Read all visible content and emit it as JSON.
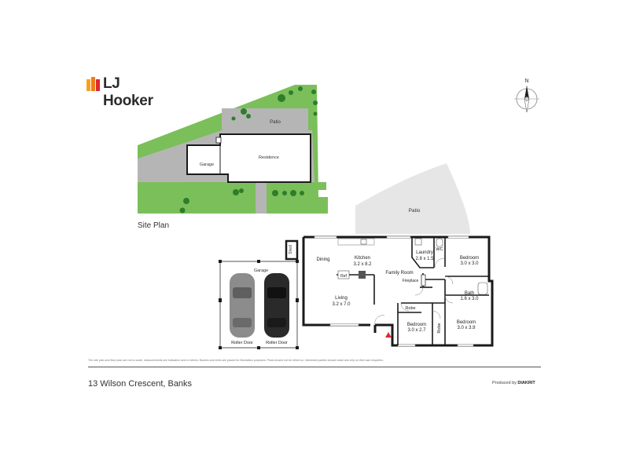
{
  "brand": {
    "name": "LJ Hooker",
    "colors": {
      "orange": "#f28c1c",
      "red": "#e0282e",
      "text": "#2b2b2b"
    }
  },
  "compass": {
    "north_label": "N"
  },
  "site_plan": {
    "caption": "Site Plan",
    "labels": {
      "patio": "Patio",
      "garage": "Garage",
      "residence": "Residence"
    },
    "colors": {
      "lawn": "#7bbf5a",
      "paving": "#b8b8b8",
      "building": "#ffffff"
    }
  },
  "floor_plan": {
    "rooms": {
      "patio": "Patio",
      "shed": "Shed",
      "garage": "Garage",
      "roller_door_left": "Roller Door",
      "roller_door_right": "Roller Door",
      "dining": "Dining",
      "kitchen_name": "Kitchen",
      "kitchen_size": "3.2 x 8.2",
      "ref": "Ref",
      "family_room": "Family Room",
      "fireplace": "Fireplace",
      "living_name": "Living",
      "living_size": "3.2 x 7.0",
      "laundry_name": "Laundry",
      "laundry_size": "2.8 x 1.5",
      "wc": "WC",
      "bedroom1_name": "Bedroom",
      "bedroom1_size": "3.0 x 3.0",
      "bath_name": "Bath",
      "bath_size": "1.6 x 3.0",
      "robe_top": "Robe",
      "bedroom2_name": "Bedroom",
      "bedroom2_size": "3.0 x 2.7",
      "robe_side": "Robe",
      "bedroom3_name": "Bedroom",
      "bedroom3_size": "3.0 x 3.9"
    },
    "colors": {
      "wall": "#1a1a1a",
      "patio_fill": "#e6e6e6",
      "entry_marker": "#e0282e"
    }
  },
  "disclaimer": "The site plan and floor plan are not to scale, measurements are indicative and in metres. Bushes and trees are placed for illustration purposes. Plans should not be relied on. Interested parties should make and rely on their own enquiries.",
  "footer": {
    "address": "13 Wilson Crescent, Banks",
    "produced_by_prefix": "Produced by",
    "produced_by_brand": "DIAKRIT"
  }
}
